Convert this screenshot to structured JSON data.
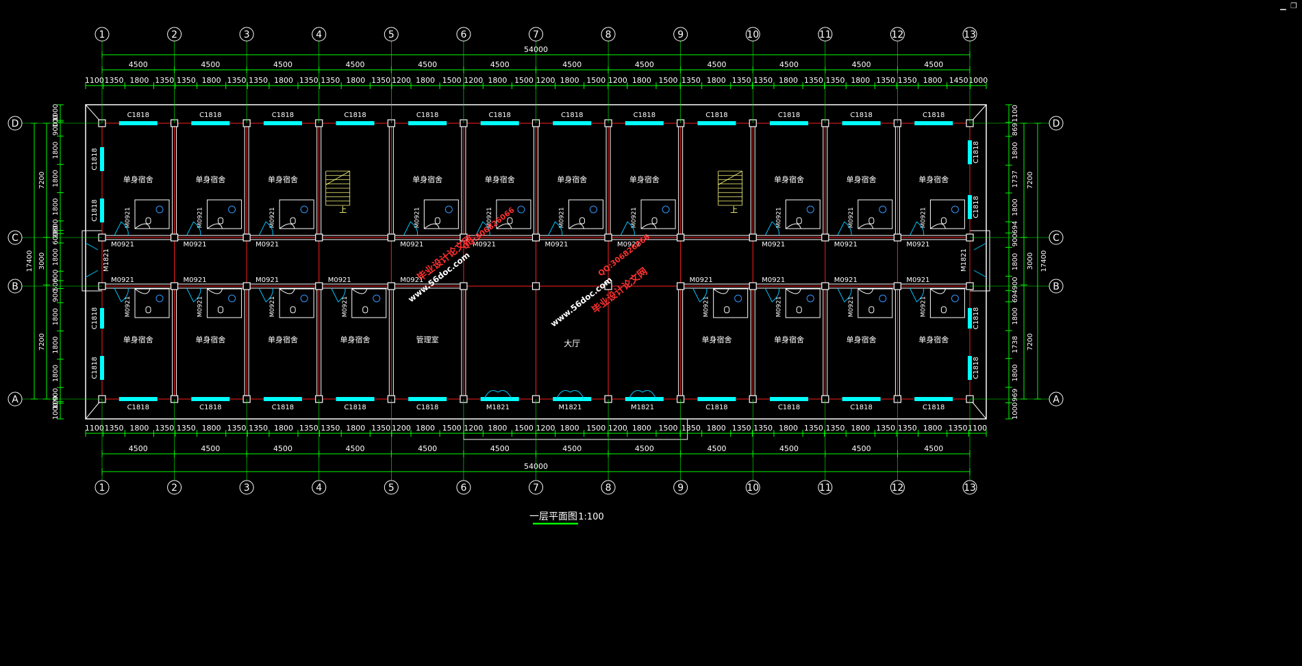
{
  "window_controls": {
    "minimize": "▁",
    "restore": "❐"
  },
  "plan": {
    "title": "一层平面图",
    "scale": "1:100",
    "columns": [
      "1",
      "2",
      "3",
      "4",
      "5",
      "6",
      "7",
      "8",
      "9",
      "10",
      "11",
      "12",
      "13"
    ],
    "rows": [
      "D",
      "C",
      "B",
      "A"
    ],
    "total_width": "54000",
    "bay_dims": [
      "4500",
      "4500",
      "4500",
      "4500",
      "4500",
      "4500",
      "4500",
      "4500",
      "4500",
      "4500",
      "4500",
      "4500"
    ],
    "top_detail_dims": [
      "1100",
      "1350",
      "1800",
      "1350",
      "1350",
      "1800",
      "1350",
      "1350",
      "1800",
      "1350",
      "1350",
      "1800",
      "1350",
      "1200",
      "1800",
      "1500",
      "1200",
      "1800",
      "1500",
      "1200",
      "1800",
      "1500",
      "1200",
      "1800",
      "1500",
      "1350",
      "1800",
      "1350",
      "1350",
      "1800",
      "1350",
      "1350",
      "1800",
      "1350",
      "1350",
      "1800",
      "1450",
      "1000"
    ],
    "bottom_detail_dims": [
      "1100",
      "1350",
      "1800",
      "1350",
      "1350",
      "1800",
      "1350",
      "1350",
      "1800",
      "1350",
      "1350",
      "1800",
      "1350",
      "1200",
      "1800",
      "1500",
      "1200",
      "1800",
      "1500",
      "1200",
      "1800",
      "1500",
      "1200",
      "1800",
      "1500",
      "1350",
      "1800",
      "1350",
      "1350",
      "1800",
      "1350",
      "1350",
      "1800",
      "1350",
      "1350",
      "1800",
      "1350",
      "1100"
    ],
    "left_detail_dims": [
      "1000",
      "100",
      "900",
      "1800",
      "1800",
      "1800",
      "600",
      "200",
      "600",
      "1800",
      "600",
      "500",
      "900",
      "1800",
      "1800",
      "1800",
      "900",
      "100",
      "1000"
    ],
    "left_zone_dims": [
      "7200",
      "3000",
      "7200"
    ],
    "left_total": "17400",
    "right_detail_dims": [
      "1100",
      "869",
      "1800",
      "1737",
      "1800",
      "694",
      "900",
      "1800",
      "900",
      "694",
      "1800",
      "1738",
      "1800",
      "969",
      "1000"
    ],
    "right_zone_dims": [
      "7200",
      "3000",
      "7200"
    ],
    "right_total": "17400",
    "window_top": "C1818",
    "window_bottom": "C1818",
    "window_side": "C1818",
    "door_room": "M0921",
    "door_entrance": "M1821",
    "door_main": "M1821",
    "door_bath": "M0921",
    "room_dorm": "单身宿舍",
    "room_office": "管理室",
    "room_hall": "大厅",
    "stair_up": "上",
    "watermark_site": "www.56doc.com",
    "watermark_qq": "QQ:306826066",
    "watermark_brand": "毕业设计论文网"
  },
  "colors": {
    "background": "#000000",
    "wall": "#ffffff",
    "axis": "#ff2020",
    "dimension": "#00ff00",
    "window": "#00ffff",
    "door": "#00c8ff",
    "text": "#ffffff",
    "stair": "#ffff80",
    "watermark_brand": "#ff3030",
    "watermark_text": "#ffffff"
  }
}
